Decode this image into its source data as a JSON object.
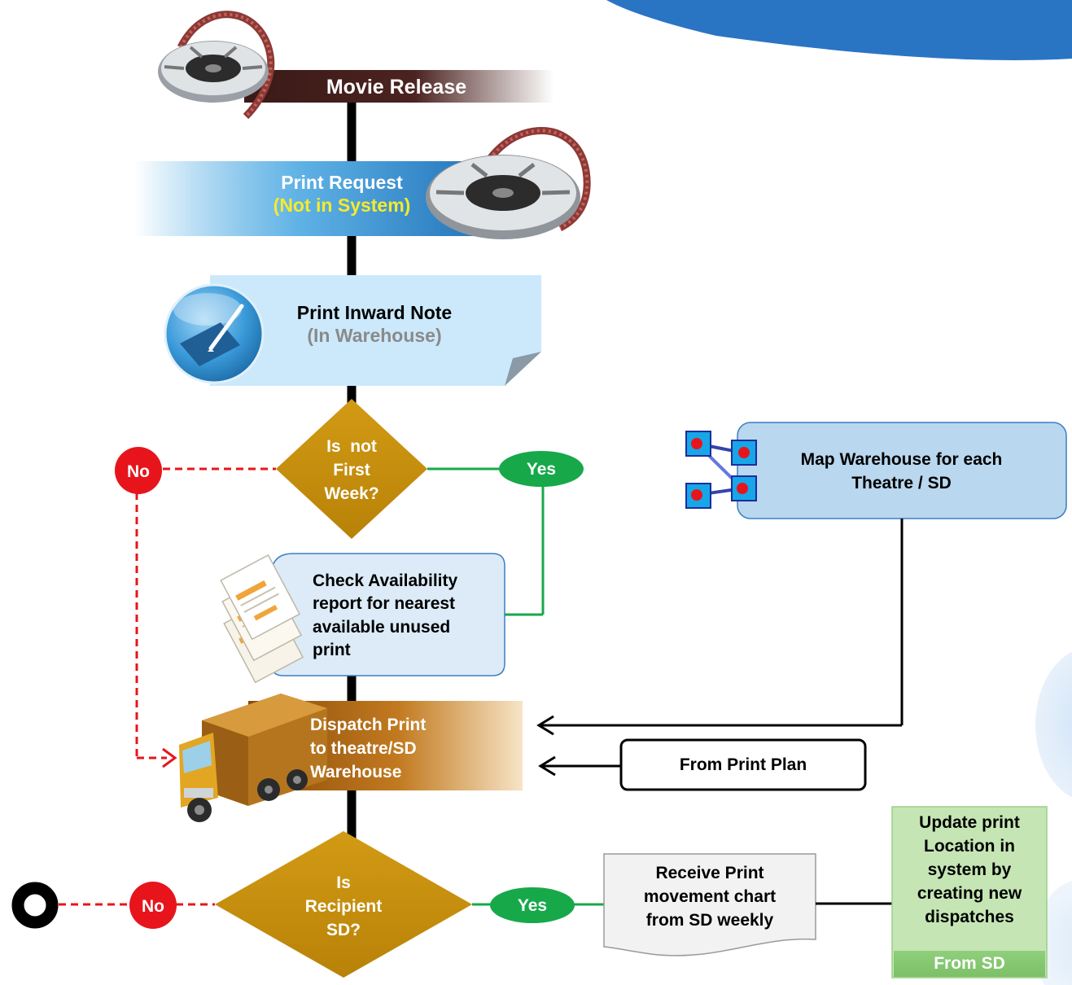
{
  "nodes": {
    "movie_release": "Movie Release",
    "print_request": {
      "line1": "Print Request",
      "line2": "(Not in System)"
    },
    "print_inward": {
      "line1": "Print Inward Note",
      "line2": "(In Warehouse)"
    },
    "decision_first_week": {
      "line1": "Is  not",
      "line2": "First",
      "line3": "Week?"
    },
    "check_availability": {
      "line1": "Check Availability",
      "line2": "report for nearest",
      "line3": "available unused",
      "line4": "print"
    },
    "map_warehouse": {
      "line1": "Map Warehouse for each",
      "line2": "Theatre / SD"
    },
    "dispatch": {
      "line1": "Dispatch Print",
      "line2": "to theatre/SD",
      "line3": "Warehouse"
    },
    "from_print_plan": "From Print Plan",
    "decision_recipient": {
      "line1": "Is",
      "line2": "Recipient",
      "line3": "SD?"
    },
    "receive_chart": {
      "line1": "Receive Print",
      "line2": "movement chart",
      "line3": "from SD weekly"
    },
    "update_location": {
      "line1": "Update print",
      "line2": "Location in",
      "line3": "system by",
      "line4": "creating new",
      "line5": "dispatches",
      "footer": "From SD"
    }
  },
  "labels": {
    "no_top": "No",
    "yes_top": "Yes",
    "no_bottom": "No",
    "yes_bottom": "Yes"
  },
  "colors": {
    "decision": "#c8920e",
    "no_badge": "#e8141c",
    "yes_badge": "#17a84a",
    "flow_line": "#000000",
    "no_line": "#e8141c",
    "yes_line": "#17a84a",
    "process_blue": "#b9d7ee",
    "update_green": "#c5e6b4"
  },
  "icons": [
    "film-reel-icon",
    "pen-paper-icon",
    "documents-icon",
    "network-nodes-icon",
    "truck-icon",
    "terminator-circle-icon"
  ]
}
